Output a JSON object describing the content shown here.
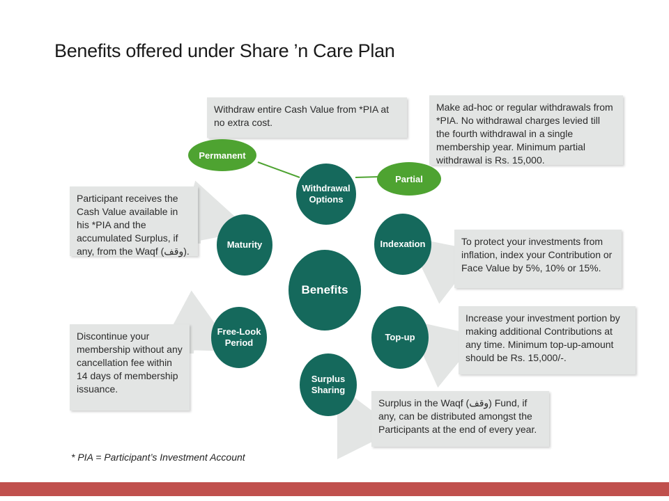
{
  "title": "Benefits offered under Share ’n Care Plan",
  "center": "Benefits",
  "nodes": {
    "withdrawal": "Withdrawal Options",
    "permanent": "Permanent",
    "partial": "Partial",
    "maturity": "Maturity",
    "indexation": "Indexation",
    "free_look": "Free-Look Period",
    "top_up": "Top-up",
    "surplus": "Surplus Sharing"
  },
  "descriptions": {
    "permanent": "Withdraw entire Cash Value from *PIA at no extra cost.",
    "partial": "Make ad-hoc or regular withdrawals from *PIA. No withdrawal charges levied till the fourth withdrawal in a single membership year. Minimum partial withdrawal is Rs. 15,000.",
    "maturity": "Participant receives the Cash Value available in his *PIA and the accumulated Surplus, if any, from the Waqf (وقف).",
    "indexation": "To protect your investments from inflation, index your Contribution or Face Value by 5%, 10% or 15%.",
    "free_look": "Discontinue your membership without any cancellation fee within 14 days of membership issuance.",
    "top_up": "Increase your investment portion by making additional Contributions at any time. Minimum top-up-amount should be Rs. 15,000/-.",
    "surplus": "Surplus in the Waqf (وقف) Fund, if any, can be distributed amongst the Participants at the end of every year."
  },
  "footnote": "* PIA = Participant’s Investment Account",
  "colors": {
    "circle": "#15695c",
    "oval": "#4ea331",
    "box": "#e3e5e4",
    "bar": "#c0504d"
  }
}
